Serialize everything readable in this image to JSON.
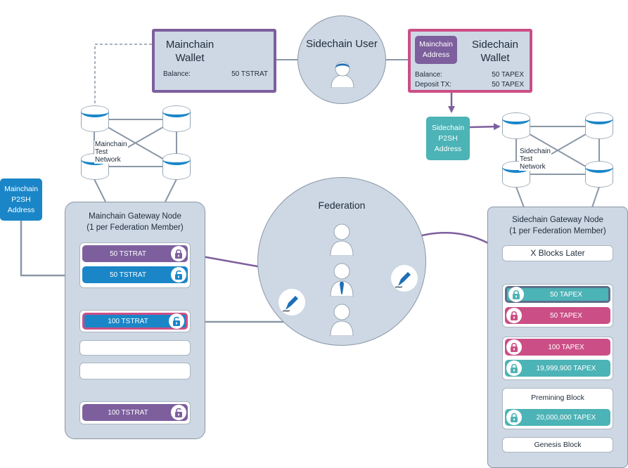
{
  "sidechain_user": {
    "title": "Sidechain User"
  },
  "mainchain_wallet": {
    "title": "Mainchain Wallet",
    "balance_label": "Balance:",
    "balance_value": "50 TSTRAT"
  },
  "sidechain_wallet": {
    "title": "Sidechain Wallet",
    "address_tag": "Mainchain Address",
    "balance_label": "Balance:",
    "balance_value": "50 TAPEX",
    "deposit_label": "Deposit TX:",
    "deposit_value": "50 TAPEX"
  },
  "mainchain_network": {
    "label": "Mainchain Test Network"
  },
  "sidechain_network": {
    "label": "Sidechain Test Network"
  },
  "mainchain_p2sh": {
    "label": "Mainchain P2SH Address"
  },
  "sidechain_p2sh": {
    "label": "Sidechain P2SH Address"
  },
  "federation": {
    "title": "Federation"
  },
  "mainchain_gateway": {
    "title": "Mainchain Gateway Node",
    "subtitle": "(1 per Federation Member)",
    "blocks": [
      {
        "rows": [
          {
            "label": "50 TSTRAT",
            "color": "#7d5f9d",
            "lock": "locked"
          },
          {
            "label": "50 TSTRAT",
            "color": "#1a86c8",
            "lock": "unlocked"
          }
        ]
      },
      {
        "rows": [
          {
            "label": "100 TSTRAT",
            "color": "#1a86c8",
            "lock": "unlocked",
            "highlight": "#cc4e86"
          }
        ]
      },
      {
        "rows": []
      },
      {
        "rows": []
      },
      {
        "rows": [
          {
            "label": "100 TSTRAT",
            "color": "#7d5f9d",
            "lock": "unlocked"
          }
        ]
      }
    ]
  },
  "sidechain_gateway": {
    "title": "Sidechain Gateway Node",
    "subtitle": "(1 per Federation Member)",
    "x_blocks_later": "X Blocks Later",
    "blocks": [
      {
        "rows": [
          {
            "label": "50 TAPEX",
            "color": "#4cb3b6",
            "lock": "locked",
            "highlight": "#5b6f8a"
          },
          {
            "label": "50 TAPEX",
            "color": "#cc4e86",
            "lock": "locked"
          }
        ]
      },
      {
        "rows": [
          {
            "label": "100 TAPEX",
            "color": "#cc4e86",
            "lock": "locked"
          },
          {
            "label": "19,999,900 TAPEX",
            "color": "#4cb3b6",
            "lock": "locked"
          }
        ]
      },
      {
        "title": "Premining Block",
        "rows": [
          {
            "label": "20,000,000 TAPEX",
            "color": "#4cb3b6",
            "lock": "locked"
          }
        ]
      }
    ],
    "genesis": "Genesis Block"
  },
  "colors": {
    "panel": "#cdd8e4",
    "purple": "#7d5f9d",
    "blue": "#1a86c8",
    "teal": "#4cb3b6",
    "pink": "#cc4e86",
    "arrow_purple": "#7d5f9d",
    "arrow_gray": "#8a97a6"
  }
}
